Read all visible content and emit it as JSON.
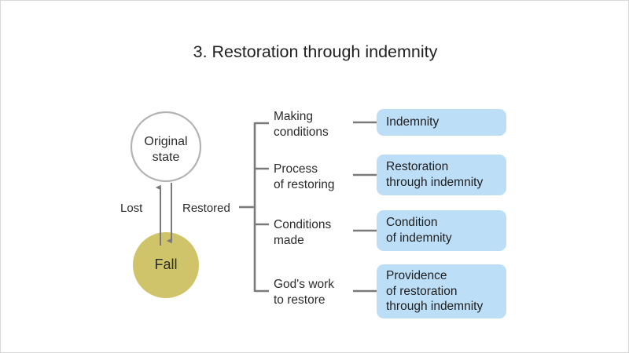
{
  "slide": {
    "title": "3. Restoration through indemnity",
    "background_color": "#ffffff",
    "border_color": "#d8d8d8"
  },
  "diagram": {
    "nodes": [
      {
        "id": "original-state",
        "label": "Original\nstate",
        "shape": "circle",
        "fill": "#ffffff",
        "stroke": "#b3b3b3"
      },
      {
        "id": "fall",
        "label": "Fall",
        "shape": "circle",
        "fill": "#cfc469",
        "stroke": "#cfc469"
      }
    ],
    "edges": [
      {
        "id": "lost",
        "label": "Lost",
        "from": "original-state",
        "to": "fall",
        "direction": "down",
        "color": "#7a7a7a"
      },
      {
        "id": "restored",
        "label": "Restored",
        "from": "fall",
        "to": "original-state",
        "direction": "up",
        "color": "#7a7a7a"
      }
    ],
    "bracket": {
      "label": "Restored",
      "color": "#7a7a7a"
    },
    "branches": [
      {
        "label": "Making\nconditions",
        "box": "Indemnity"
      },
      {
        "label": "Process\nof restoring",
        "box": "Restoration\nthrough indemnity"
      },
      {
        "label": "Conditions\nmade",
        "box": "Condition\nof indemnity"
      },
      {
        "label": "God's work\nto restore",
        "box": "Providence\nof restoration\nthrough indemnity"
      }
    ],
    "box_fill": "#bcdef7",
    "text_color": "#2b2b2b",
    "line_color": "#7a7a7a"
  }
}
